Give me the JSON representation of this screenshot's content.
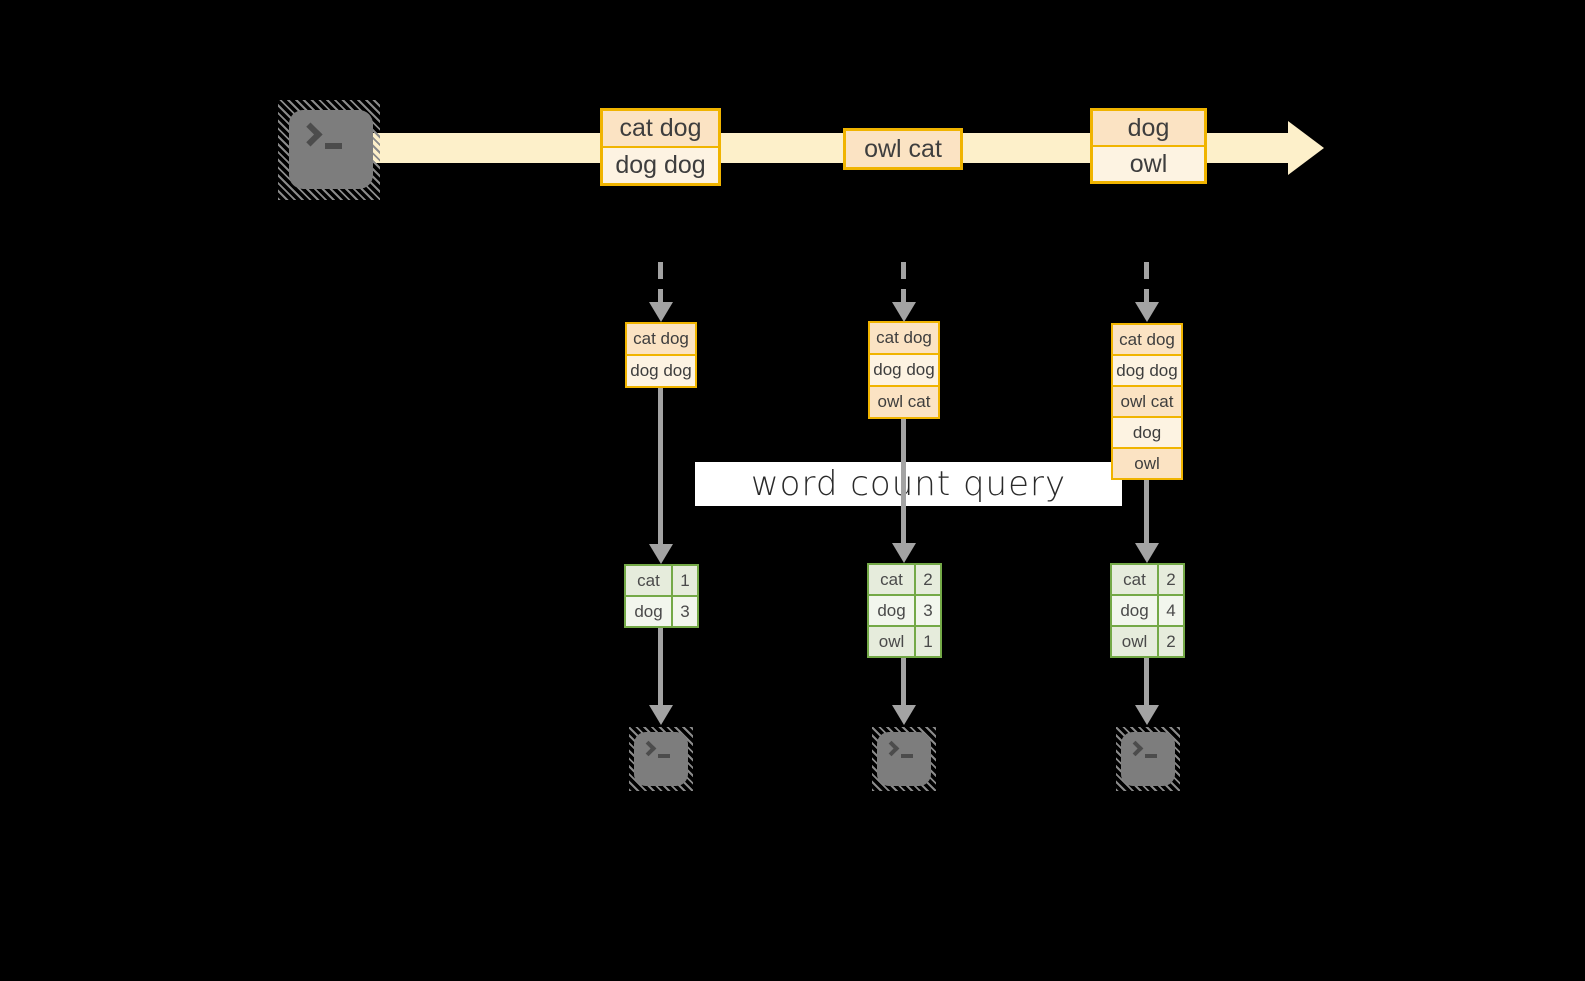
{
  "title": {
    "label": "word count query"
  },
  "stream": {
    "source_icon": "terminal-icon",
    "batches": [
      {
        "items": [
          "cat dog",
          "dog dog"
        ]
      },
      {
        "items": [
          "owl cat"
        ]
      },
      {
        "items": [
          "dog",
          "owl"
        ]
      }
    ]
  },
  "columns": [
    {
      "snapshot": [
        "cat dog",
        "dog dog"
      ],
      "result": [
        [
          "cat",
          "1"
        ],
        [
          "dog",
          "3"
        ]
      ],
      "sink_icon": "terminal-icon"
    },
    {
      "snapshot": [
        "cat dog",
        "dog dog",
        "owl cat"
      ],
      "result": [
        [
          "cat",
          "2"
        ],
        [
          "dog",
          "3"
        ],
        [
          "owl",
          "1"
        ]
      ],
      "sink_icon": "terminal-icon"
    },
    {
      "snapshot": [
        "cat dog",
        "dog dog",
        "owl cat",
        "dog",
        "owl"
      ],
      "result": [
        [
          "cat",
          "2"
        ],
        [
          "dog",
          "4"
        ],
        [
          "owl",
          "2"
        ]
      ],
      "sink_icon": "terminal-icon"
    }
  ],
  "colors": {
    "background": "#000000",
    "stream_band": "#fdf0ca",
    "box_border": "#f0b400",
    "box_fill_dark": "#fbe3c3",
    "box_fill_light": "#fdf3e2",
    "table_border": "#74a947",
    "table_fill_dark": "#e6ecdc",
    "table_fill_light": "#f2f6ed",
    "arrow_gray": "#a3a3a3",
    "terminal_gray": "#7d7d7d",
    "query_band": "#ffffff"
  }
}
